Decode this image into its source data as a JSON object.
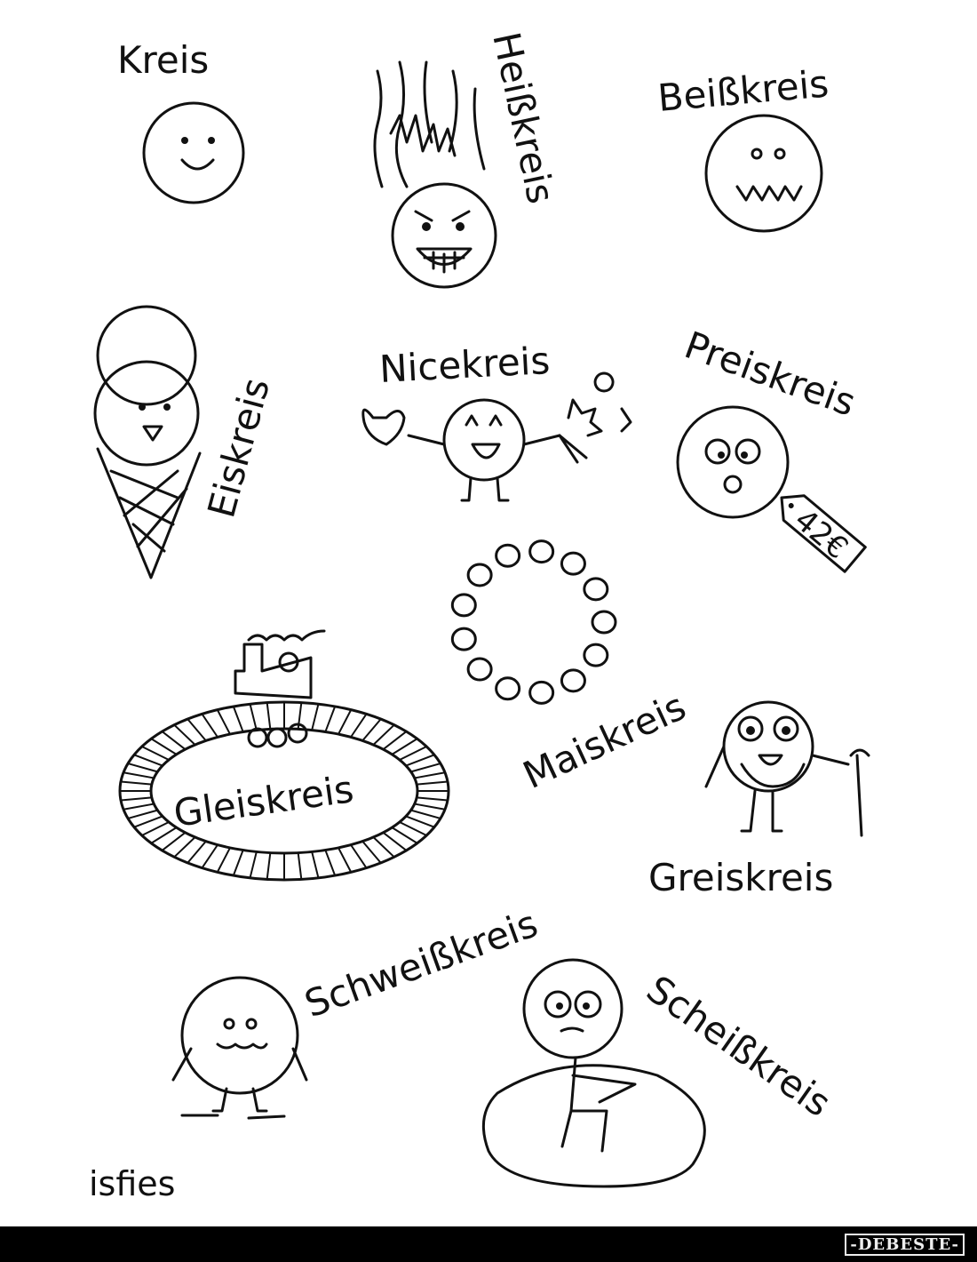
{
  "labels": {
    "kreis": "Kreis",
    "heisskreis": "Heißkreis",
    "beisskreis": "Beißkreis",
    "eiskreis": "Eiskreis",
    "nicekreis": "Nicekreis",
    "preiskreis": "Preiskreis",
    "price_tag": "42€",
    "maiskreis": "Maiskreis",
    "gleiskreis": "Gleiskreis",
    "greiskreis": "Greiskreis",
    "schweisskreis": "Schweißkreis",
    "scheisskreis": "Scheißkreis",
    "signature": "isfies"
  },
  "footer": {
    "logo": "-DEBESTE-",
    "background": "#000000"
  }
}
